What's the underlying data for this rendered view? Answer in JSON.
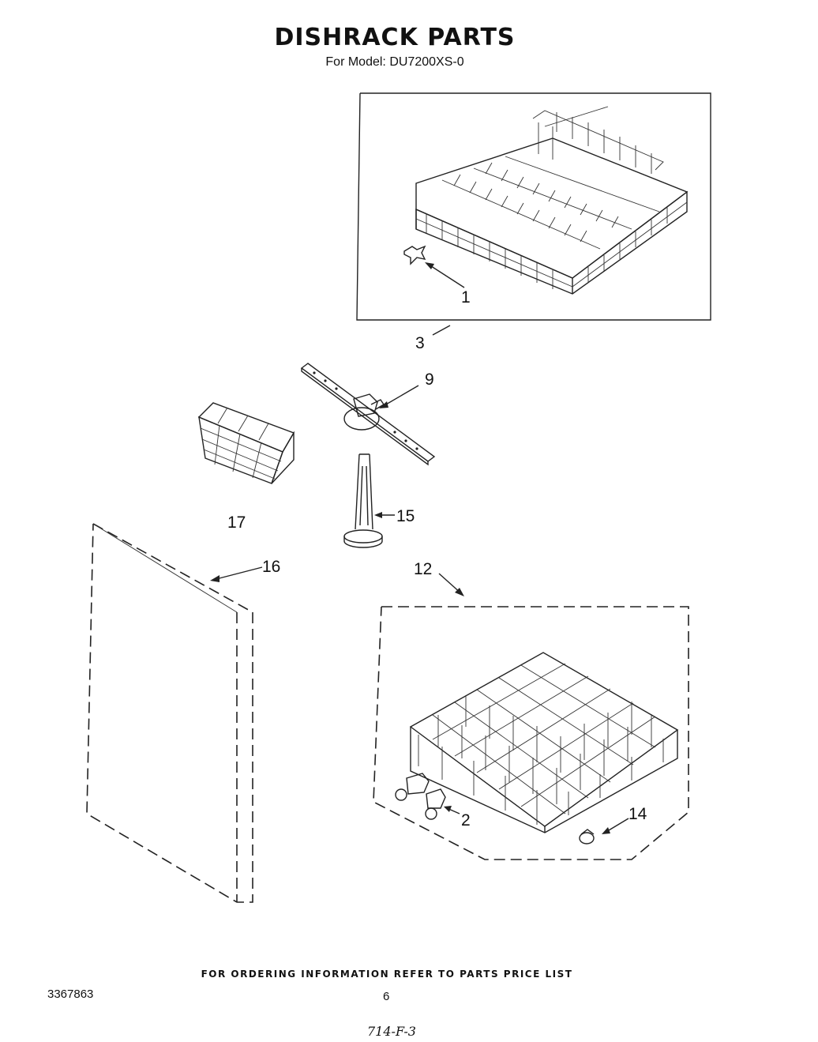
{
  "header": {
    "title": "DISHRACK PARTS",
    "subtitle": "For Model: DU7200XS-0"
  },
  "callouts": {
    "part_1": "1",
    "part_3": "3",
    "part_9": "9",
    "part_15": "15",
    "part_17": "17",
    "part_16": "16",
    "part_12": "12",
    "part_2": "2",
    "part_14": "14"
  },
  "footer": {
    "ordering_note": "FOR ORDERING INFORMATION REFER TO PARTS PRICE LIST",
    "doc_number": "3367863",
    "page_number": "6",
    "handwritten_note": "714-F-3"
  }
}
